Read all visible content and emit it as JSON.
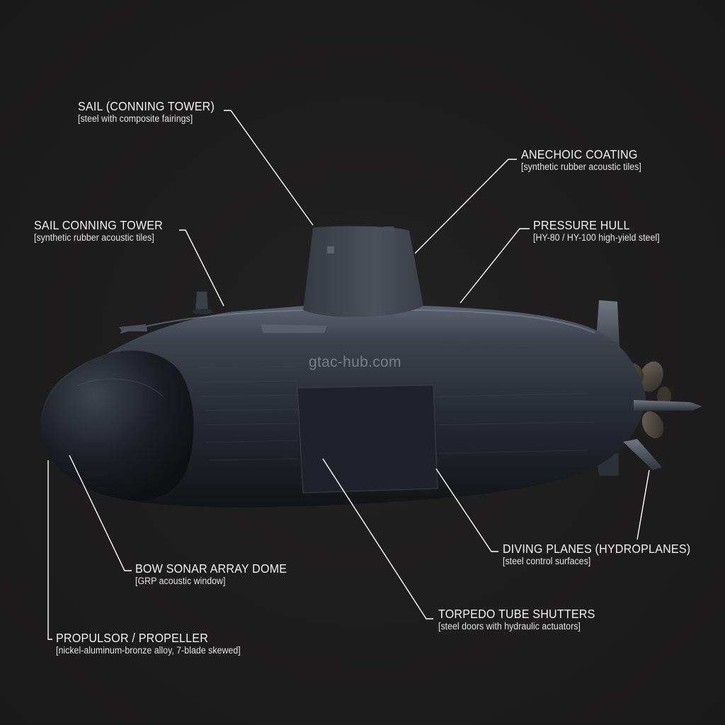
{
  "diagram": {
    "subject": "Submarine",
    "background_color": "#1c1b1b",
    "line_color": "#ffffff",
    "watermark": "gtac-hub.com"
  },
  "labels": [
    {
      "id": "sail",
      "title": "SAIL (CONNING TOWER)",
      "subtitle": "[steel with composite fairings]"
    },
    {
      "id": "anechoic",
      "title": "ANECHOIC COATING",
      "subtitle": "[synthetic rubber acoustic tiles]"
    },
    {
      "id": "sail-conning",
      "title": "SAIL CONNING TOWER",
      "subtitle": "[synthetic rubber acoustic tiles]"
    },
    {
      "id": "pressure-hull",
      "title": "PRESSURE HULL",
      "subtitle": "[HY-80 / HY-100 high-yield steel]"
    },
    {
      "id": "diving-planes",
      "title": "DIVING PLANES (HYDROPLANES)",
      "subtitle": "[steel control surfaces]"
    },
    {
      "id": "bow-sonar",
      "title": "BOW SONAR ARRAY DOME",
      "subtitle": "[GRP acoustic window]"
    },
    {
      "id": "torpedo",
      "title": "TORPEDO TUBE SHUTTERS",
      "subtitle": "[steel doors with hydraulic actuators]"
    },
    {
      "id": "propulsor",
      "title": "PROPULSOR / PROPELLER",
      "subtitle": "[nickel-aluminum-bronze alloy, 7-blade skewed]"
    }
  ]
}
